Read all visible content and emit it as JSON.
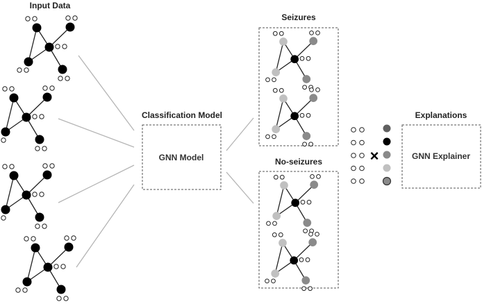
{
  "labels": {
    "input_data": "Input Data",
    "classification_model": "Classification Model",
    "gnn_model": "GNN Model",
    "seizures": "Seizures",
    "no_seizures": "No-seizures",
    "explanations": "Explanations",
    "gnn_explainer": "GNN Explainer",
    "multiply_symbol": "×"
  },
  "colors": {
    "black_node": "#000000",
    "light_node": "#c0c0c0",
    "mid_node": "#8a8a8a",
    "dark_gray_node": "#606060",
    "connector": "#b5b5b5",
    "dashed_border": "#555555"
  },
  "input_graphs": [
    {
      "node_colors": [
        "black",
        "black",
        "black",
        "black",
        "black"
      ]
    },
    {
      "node_colors": [
        "black",
        "black",
        "black",
        "black",
        "black"
      ]
    },
    {
      "node_colors": [
        "black",
        "black",
        "black",
        "black",
        "black"
      ]
    },
    {
      "node_colors": [
        "black",
        "black",
        "black",
        "black",
        "black"
      ]
    }
  ],
  "seizure_graphs": [
    {
      "node_colors": [
        "light",
        "mid",
        "black",
        "light",
        "mid"
      ]
    },
    {
      "node_colors": [
        "light",
        "mid",
        "black",
        "light",
        "mid"
      ]
    }
  ],
  "no_seizure_graphs": [
    {
      "node_colors": [
        "light",
        "mid",
        "black",
        "light",
        "mid"
      ]
    },
    {
      "node_colors": [
        "light",
        "mid",
        "black",
        "light",
        "mid"
      ]
    }
  ],
  "explanation_node_colors": [
    "dark_gray",
    "black",
    "mid",
    "light",
    "mid_outlined"
  ],
  "feature_rows": 5
}
